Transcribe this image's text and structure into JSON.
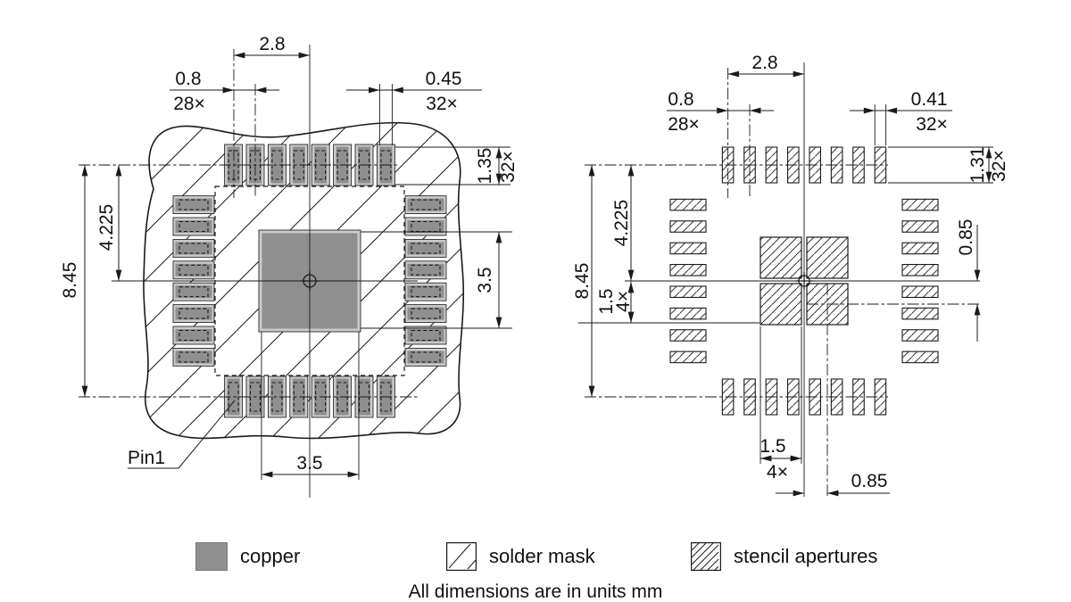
{
  "left_diagram": {
    "pin1_label": "Pin1",
    "dims": {
      "pad_row_span": "2.8",
      "pitch": "0.8",
      "pitch_qty": "28×",
      "pad_width": "0.45",
      "pad_width_qty": "32×",
      "pad_length": "1.35",
      "pad_length_qty": "32×",
      "row_center_offset": "4.225",
      "overall_span": "8.45",
      "thermal_pad_height": "3.5",
      "thermal_pad_width": "3.5"
    }
  },
  "right_diagram": {
    "dims": {
      "pad_row_span": "2.8",
      "pitch": "0.8",
      "pitch_qty": "28×",
      "aperture_width": "0.41",
      "aperture_width_qty": "32×",
      "aperture_length": "1.31",
      "aperture_length_qty": "32×",
      "row_center_offset": "4.225",
      "overall_span": "8.45",
      "thermal_aperture_size_left": "1.5",
      "thermal_aperture_qty_left": "4×",
      "thermal_aperture_offset_right": "0.85",
      "thermal_aperture_size_bottom": "1.5",
      "thermal_aperture_qty_bottom": "4×",
      "thermal_aperture_offset_bottom": "0.85"
    }
  },
  "legend": {
    "items": [
      {
        "label": "copper",
        "swatch": "copper-swatch"
      },
      {
        "label": "solder mask",
        "swatch": "solder-mask-swatch"
      },
      {
        "label": "stencil apertures",
        "swatch": "stencil-apertures-swatch"
      }
    ]
  },
  "footnote": "All dimensions are in units mm",
  "colors": {
    "copper": "#8f8f8f",
    "pad_clearance": "#cacaca",
    "line": "#1a1a1a",
    "background": "#ffffff"
  }
}
